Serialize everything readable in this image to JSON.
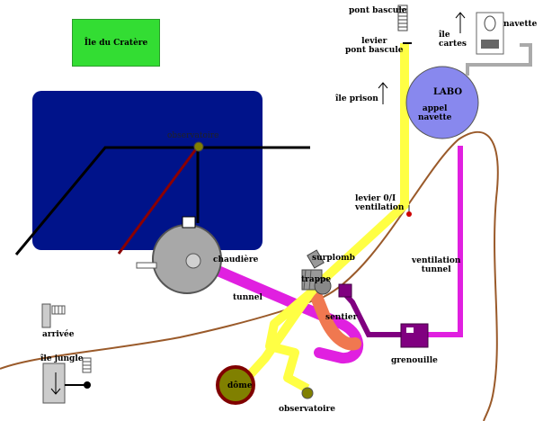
{
  "map": {
    "title": "Île du Cratère",
    "labels": {
      "pont_bascule": "pont bascule",
      "levier_pont": "levier\npont bascule",
      "ile_prison": "île prison",
      "ile_cartes": "île\ncartes",
      "navette": "navette",
      "labo": "LABO",
      "appel_navette": "appel\nnavette",
      "observatoire_top": "observatoire",
      "levier_ventilation": "levier 0/I\nventilation",
      "chaudiere": "chaudière",
      "surplomb": "surplomb",
      "trappe": "trappe",
      "tunnel": "tunnel",
      "sentier": "sentier",
      "ventilation_tunnel": "ventilation\ntunnel",
      "grenouille": "grenouille",
      "arrivee": "arrivée",
      "ile_jungle": "île jungle",
      "dome": "dôme",
      "observatoire": "observatoire"
    },
    "colors": {
      "crater": "#00138a",
      "title_box": "#33dd33",
      "labo": "#8888ee",
      "yellow_path": "#ffff44",
      "magenta_pipe": "#e020e0",
      "orange_path": "#f07850",
      "purple_pipe": "#800080",
      "shore_line": "#9a5a2a",
      "boiler": "#a8a8a8",
      "dome": "#800000"
    },
    "icons": {
      "up_arrow": "up-arrow-icon",
      "down_arrow": "down-arrow-icon",
      "ladder": "ladder-icon",
      "shuttle": "shuttle-icon",
      "lever": "lever-icon"
    }
  }
}
